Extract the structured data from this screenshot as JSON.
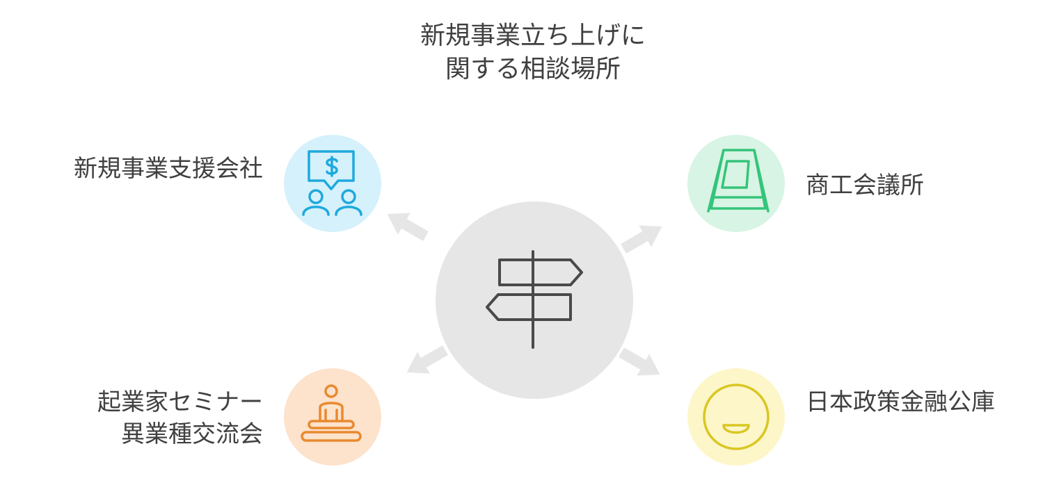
{
  "title": {
    "line1": "新規事業立ち上げに",
    "line2": "関する相談場所"
  },
  "nodes": {
    "top_left": {
      "label": "新規事業支援会社",
      "icon": "dollar-chat-people-icon",
      "color": "#dff4fc",
      "stroke": "#1ea9de"
    },
    "top_right": {
      "label": "商工会議所",
      "icon": "sign-board-icon",
      "color": "#dcf5e7",
      "stroke": "#35c47a"
    },
    "bottom_left": {
      "line1": "起業家セミナー",
      "line2": "異業種交流会",
      "icon": "meditation-person-icon",
      "color": "#fde5cf",
      "stroke": "#e8892f"
    },
    "bottom_right": {
      "label": "日本政策金融公庫",
      "icon": "smiling-face-icon",
      "color": "#fdf7cc",
      "stroke": "#d9c623"
    }
  },
  "center": {
    "icon": "signpost-icon",
    "color": "#e6e6e6"
  },
  "arrow_color": "#e6e6e6"
}
